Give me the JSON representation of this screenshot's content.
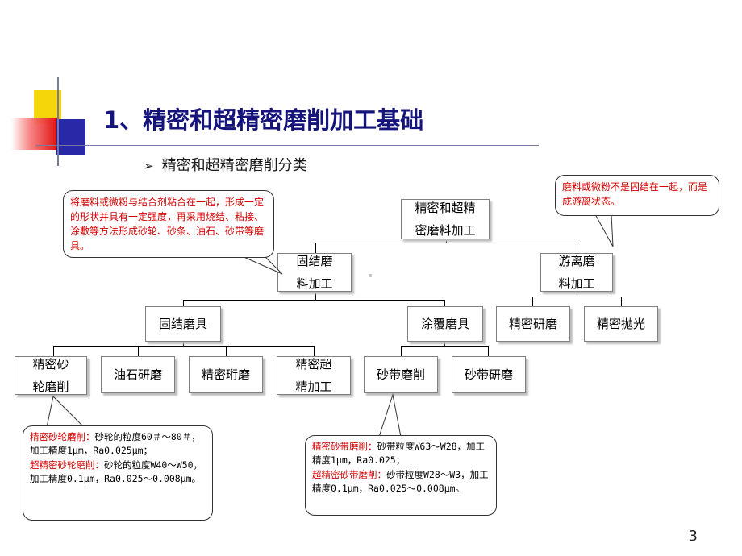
{
  "title": "1、精密和超精密磨削加工基础",
  "subtitle": "精密和超精密磨削分类",
  "tree": {
    "root": [
      "精密和超精",
      "密磨料加工"
    ],
    "fixed_abrasive": [
      "固结磨",
      "料加工"
    ],
    "free_abrasive": [
      "游离磨",
      "料加工"
    ],
    "fixed_tool": "固结磨具",
    "coated_tool": "涂覆磨具",
    "precision_lapping": "精密研磨",
    "precision_polishing": "精密抛光",
    "precision_wheel_grinding": [
      "精密砂",
      "轮磨削"
    ],
    "oilstone_lapping": "油石研磨",
    "precision_honing": "精密珩磨",
    "ultra_finishing": [
      "精密超",
      "精加工"
    ],
    "belt_grinding": "砂带磨削",
    "belt_lapping": "砂带研磨"
  },
  "callouts": {
    "fixed_note": "将磨料或微粉与结合剂粘合在一起，形成一定的形状并具有一定强度，再采用烧结、粘接、涂敷等方法形成砂轮、砂条、油石、砂带等磨具。",
    "free_note": "磨料或微粉不是固结在一起，而是成游离状态。",
    "wheel_note": {
      "l1_head": "精密砂轮磨削：",
      "l1_body": "砂轮的粒度60＃～80＃，加工精度1μm，Ra0.025μm；",
      "l2_head": "超精密砂轮磨削：",
      "l2_body": "砂轮的粒度W40～W50，加工精度0.1μm，Ra0.025～0.008μm。"
    },
    "belt_note": {
      "l1_head": "精密砂带磨削：",
      "l1_body": "砂带粒度W63～W28，加工精度1μm，Ra0.025；",
      "l2_head": "超精密砂带磨削：",
      "l2_body": "砂带粒度W28～W3，加工精度0.1μm，Ra0.025～0.008μm。"
    }
  },
  "page_number": "3"
}
